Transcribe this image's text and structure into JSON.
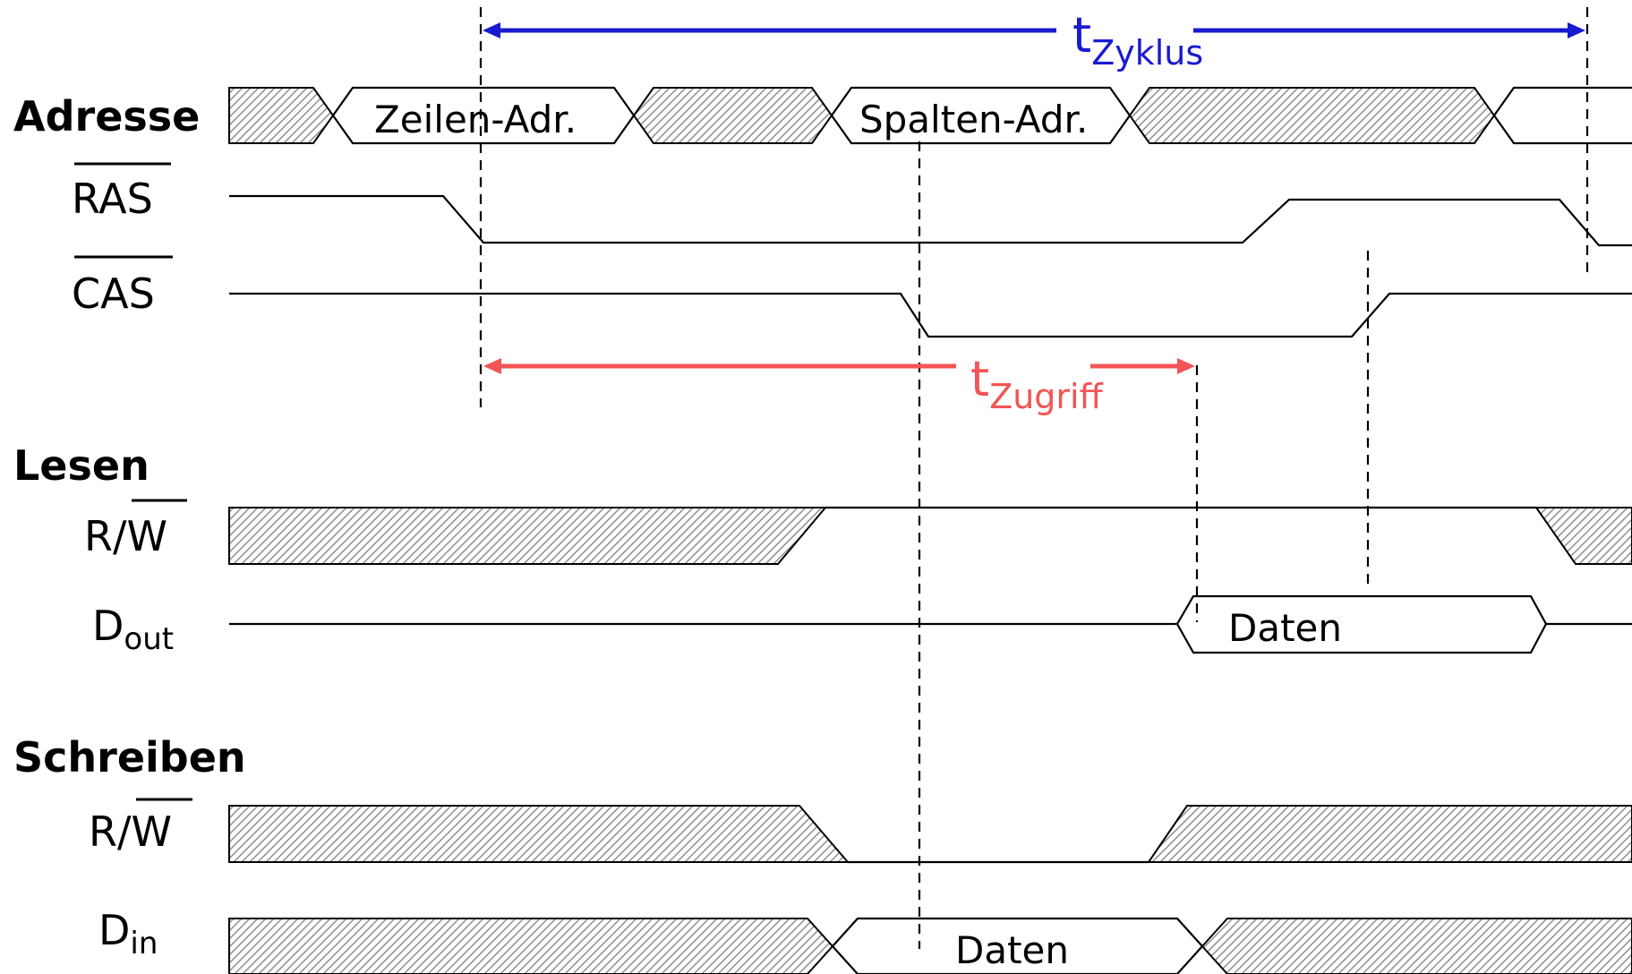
{
  "sections": {
    "address": "Adresse",
    "read": "Lesen",
    "write": "Schreiben"
  },
  "signals": {
    "ras": "RAS",
    "cas": "CAS",
    "rw_read": "R/W",
    "rw_read_prefix": "R/",
    "rw_read_bar": "W",
    "dout_base": "D",
    "dout_sub": "out",
    "rw_write": "R/W",
    "rw_write_prefix": "R/",
    "rw_write_bar": "W",
    "din_base": "D",
    "din_sub": "in"
  },
  "bus_labels": {
    "row_address": "Zeilen-Adr.",
    "column_address": "Spalten-Adr.",
    "dout_data": "Daten",
    "din_data": "Daten"
  },
  "timings": {
    "cycle": {
      "base": "t",
      "sub": "Zyklus",
      "color": "#1a1ad0"
    },
    "access": {
      "base": "t",
      "sub": "Zugriff",
      "color": "#f25555"
    }
  }
}
